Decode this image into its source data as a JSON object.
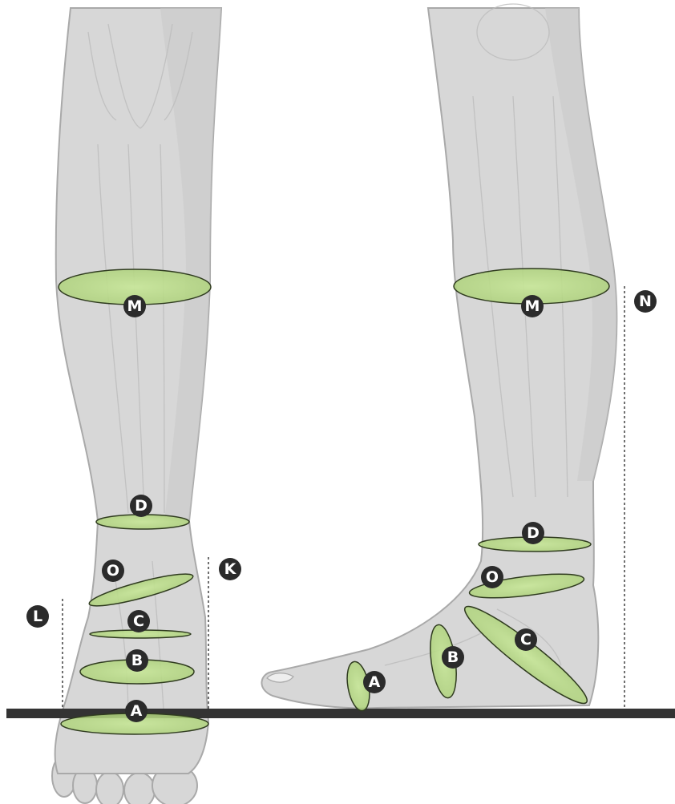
{
  "colors": {
    "band_fill": "#b9dc8a",
    "band_edge": "#2f3b1f",
    "badge": "#2b2b2b",
    "ground": "#333333",
    "skin": "#d7d7d7"
  },
  "front_view": {
    "labels": {
      "M": "M",
      "D": "D",
      "O": "O",
      "K": "K",
      "L": "L",
      "C": "C",
      "B": "B",
      "A": "A"
    }
  },
  "side_view": {
    "labels": {
      "M": "M",
      "N": "N",
      "D": "D",
      "O": "O",
      "C": "C",
      "B": "B",
      "A": "A"
    }
  }
}
